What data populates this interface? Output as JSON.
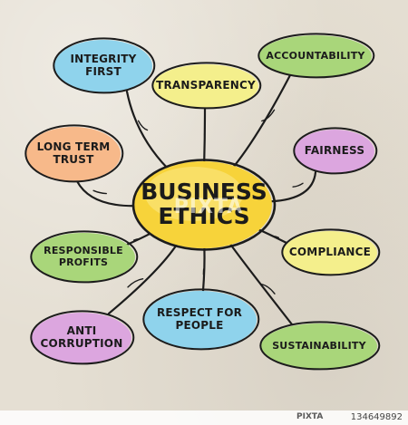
{
  "center": {
    "label": "BUSINESS\nETHICS",
    "color": "#f7d33a"
  },
  "nodes": [
    {
      "id": "integrity-first",
      "label": "INTEGRITY\nFIRST",
      "color": "#8fd3ec"
    },
    {
      "id": "transparency",
      "label": "TRANSPARENCY",
      "color": "#f4ef8c"
    },
    {
      "id": "accountability",
      "label": "ACCOUNTABILITY",
      "color": "#a9d67a"
    },
    {
      "id": "long-term-trust",
      "label": "LONG TERM\nTRUST",
      "color": "#f7b98a"
    },
    {
      "id": "fairness",
      "label": "FAIRNESS",
      "color": "#dca6df"
    },
    {
      "id": "responsible-profits",
      "label": "RESPONSIBLE\nPROFITS",
      "color": "#a9d67a"
    },
    {
      "id": "compliance",
      "label": "COMPLIANCE",
      "color": "#f4ef8c"
    },
    {
      "id": "anti-corruption",
      "label": "ANTI\nCORRUPTION",
      "color": "#dca6df"
    },
    {
      "id": "respect-for-people",
      "label": "RESPECT FOR\nPEOPLE",
      "color": "#8fd3ec"
    },
    {
      "id": "sustainability",
      "label": "SUSTAINABILITY",
      "color": "#a9d67a"
    }
  ],
  "watermark": "PIXTA",
  "footer": {
    "logo": "PIXTA",
    "image_id": "134649892"
  }
}
